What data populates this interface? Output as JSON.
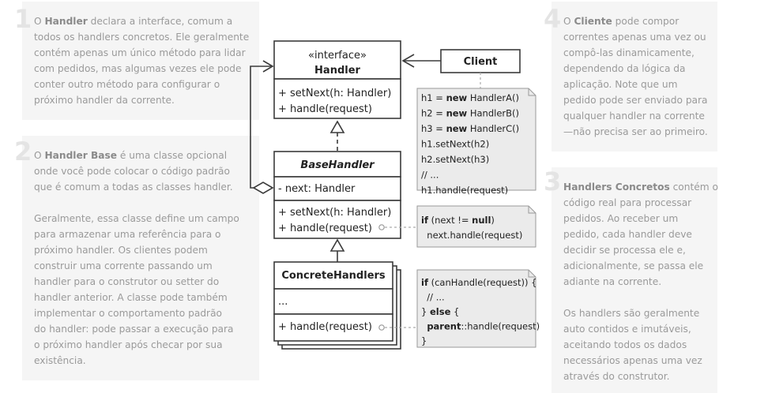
{
  "notes": [
    {
      "number": "1",
      "paragraphs": [
        [
          {
            "t": "O ",
            "b": false
          },
          {
            "t": "Handler",
            "b": true
          },
          {
            "t": " declara a interface, comum a todos os handlers concretos. Ele geralmente contém apenas um único método para lidar com pedidos, mas algumas vezes ele pode conter outro método para configurar o próximo handler da corrente.",
            "b": false
          }
        ]
      ],
      "lines": [
        [
          {
            "t": "O ",
            "b": false
          },
          {
            "t": "Handler",
            "b": true
          },
          {
            "t": " declara a interface, comum a",
            "b": false
          }
        ],
        [
          {
            "t": "todos os handlers concretos. Ele geralmente",
            "b": false
          }
        ],
        [
          {
            "t": "contém apenas um único método para lidar",
            "b": false
          }
        ],
        [
          {
            "t": "com pedidos, mas algumas vezes ele pode",
            "b": false
          }
        ],
        [
          {
            "t": "conter outro método para configurar o",
            "b": false
          }
        ],
        [
          {
            "t": "próximo handler da corrente.",
            "b": false
          }
        ]
      ]
    },
    {
      "number": "2",
      "lines": [
        [
          {
            "t": "O ",
            "b": false
          },
          {
            "t": "Handler Base",
            "b": true
          },
          {
            "t": " é uma classe opcional",
            "b": false
          }
        ],
        [
          {
            "t": "onde você pode colocar o código padrão",
            "b": false
          }
        ],
        [
          {
            "t": "que é comum a todas as classes handler.",
            "b": false
          }
        ],
        [],
        [
          {
            "t": "Geralmente, essa classe define um campo",
            "b": false
          }
        ],
        [
          {
            "t": "para armazenar uma referência para o",
            "b": false
          }
        ],
        [
          {
            "t": "próximo handler. Os clientes podem",
            "b": false
          }
        ],
        [
          {
            "t": "construir uma corrente passando um",
            "b": false
          }
        ],
        [
          {
            "t": "handler para o construtor ou setter do",
            "b": false
          }
        ],
        [
          {
            "t": "handler anterior. A classe pode também",
            "b": false
          }
        ],
        [
          {
            "t": "implementar o comportamento padrão",
            "b": false
          }
        ],
        [
          {
            "t": "do handler: pode passar a execução para",
            "b": false
          }
        ],
        [
          {
            "t": "o próximo handler após checar por sua",
            "b": false
          }
        ],
        [
          {
            "t": "existência.",
            "b": false
          }
        ]
      ]
    },
    {
      "number": "3",
      "lines": [
        [
          {
            "t": "Handlers Concretos",
            "b": true
          },
          {
            "t": " contém o",
            "b": false
          }
        ],
        [
          {
            "t": "código real para processar",
            "b": false
          }
        ],
        [
          {
            "t": "pedidos. Ao receber um",
            "b": false
          }
        ],
        [
          {
            "t": "pedido, cada handler deve",
            "b": false
          }
        ],
        [
          {
            "t": "decidir se processa ele e,",
            "b": false
          }
        ],
        [
          {
            "t": "adicionalmente, se passa ele",
            "b": false
          }
        ],
        [
          {
            "t": "adiante na corrente.",
            "b": false
          }
        ],
        [],
        [
          {
            "t": "Os handlers são geralmente",
            "b": false
          }
        ],
        [
          {
            "t": "auto contidos e imutáveis,",
            "b": false
          }
        ],
        [
          {
            "t": "aceitando todos os dados",
            "b": false
          }
        ],
        [
          {
            "t": "necessários apenas uma vez",
            "b": false
          }
        ],
        [
          {
            "t": "através do construtor.",
            "b": false
          }
        ]
      ]
    },
    {
      "number": "4",
      "lines": [
        [
          {
            "t": "O ",
            "b": false
          },
          {
            "t": "Cliente",
            "b": true
          },
          {
            "t": " pode compor",
            "b": false
          }
        ],
        [
          {
            "t": "correntes apenas uma vez ou",
            "b": false
          }
        ],
        [
          {
            "t": "compô-las dinamicamente,",
            "b": false
          }
        ],
        [
          {
            "t": "dependendo da lógica da",
            "b": false
          }
        ],
        [
          {
            "t": "aplicação. Note que um",
            "b": false
          }
        ],
        [
          {
            "t": "pedido pode ser enviado para",
            "b": false
          }
        ],
        [
          {
            "t": "qualquer handler na corrente",
            "b": false
          }
        ],
        [
          {
            "t": "—não precisa ser ao primeiro.",
            "b": false
          }
        ]
      ]
    }
  ],
  "diagram": {
    "handler": {
      "stereotype": "«interface»",
      "name": "Handler",
      "methods": [
        "+ setNext(h: Handler)",
        "+ handle(request)"
      ]
    },
    "base_handler": {
      "name": "BaseHandler",
      "fields": [
        "- next: Handler"
      ],
      "methods": [
        "+ setNext(h: Handler)",
        "+ handle(request)"
      ]
    },
    "concrete_handlers": {
      "name": "ConcreteHandlers",
      "fields": [
        "..."
      ],
      "methods": [
        "+ handle(request)"
      ]
    },
    "client": {
      "name": "Client"
    },
    "client_code": [
      [
        {
          "t": "h1 = ",
          "b": false
        },
        {
          "t": "new",
          "b": true
        },
        {
          "t": " HandlerA()",
          "b": false
        }
      ],
      [
        {
          "t": "h2 = ",
          "b": false
        },
        {
          "t": "new",
          "b": true
        },
        {
          "t": " HandlerB()",
          "b": false
        }
      ],
      [
        {
          "t": "h3 = ",
          "b": false
        },
        {
          "t": "new",
          "b": true
        },
        {
          "t": " HandlerC()",
          "b": false
        }
      ],
      [
        {
          "t": "h1.setNext(h2)",
          "b": false
        }
      ],
      [
        {
          "t": "h2.setNext(h3)",
          "b": false
        }
      ],
      [
        {
          "t": "// ...",
          "b": false
        }
      ],
      [
        {
          "t": "h1.handle(request)",
          "b": false
        }
      ]
    ],
    "base_code": [
      [
        {
          "t": "if",
          "b": true
        },
        {
          "t": " (next != ",
          "b": false
        },
        {
          "t": "null",
          "b": true
        },
        {
          "t": ")",
          "b": false
        }
      ],
      [
        {
          "t": "  next.handle(request)",
          "b": false
        }
      ]
    ],
    "concrete_code": [
      [
        {
          "t": "if",
          "b": true
        },
        {
          "t": " (canHandle(request)) {",
          "b": false
        }
      ],
      [
        {
          "t": "  // ...",
          "b": false
        }
      ],
      [
        {
          "t": "} ",
          "b": false
        },
        {
          "t": "else",
          "b": true
        },
        {
          "t": " {",
          "b": false
        }
      ],
      [
        {
          "t": "  ",
          "b": false
        },
        {
          "t": "parent",
          "b": true
        },
        {
          "t": "::handle(request)",
          "b": false
        }
      ],
      [
        {
          "t": "}",
          "b": false
        }
      ]
    ]
  },
  "colors": {
    "panel": "#f5f5f5",
    "note_text": "#9a9a9a",
    "number": "#e4e4e4",
    "box_stroke": "#3b3b3b",
    "code_note_fill": "#ebebeb"
  }
}
